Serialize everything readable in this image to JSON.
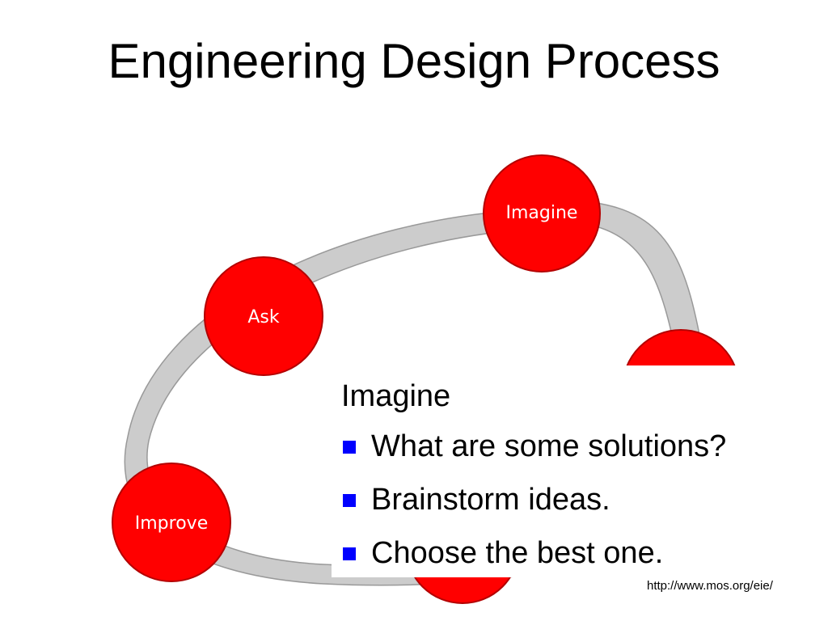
{
  "slide": {
    "title": "Engineering Design Process",
    "source_url": "http://www.mos.org/eie/"
  },
  "diagram": {
    "ring_color": "#cccccc",
    "ring_outline": "#999999",
    "node_color": "#ff0000",
    "node_outline": "#b30000",
    "nodes": {
      "imagine": "Imagine",
      "ask": "Ask",
      "improve": "Improve"
    }
  },
  "panel": {
    "heading": "Imagine",
    "bullet_color": "#0000ff",
    "bullets": [
      "What are some solutions?",
      "Brainstorm ideas.",
      "Choose the best one."
    ]
  }
}
